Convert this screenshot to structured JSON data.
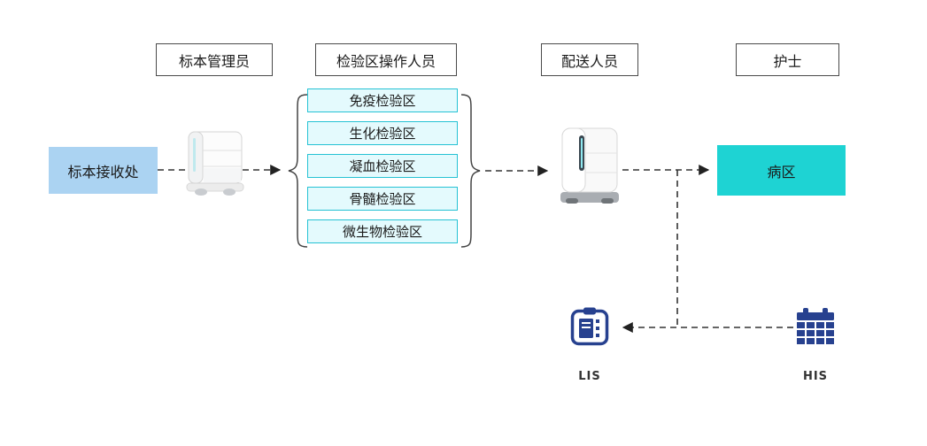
{
  "colors": {
    "reception_bg": "#abd3f2",
    "test_area_bg": "#e4fafd",
    "test_area_border": "#25c2d4",
    "ward_bg": "#1ed3d3",
    "connector_line": "#333333",
    "system_icon_blue": "#27418f"
  },
  "roles": [
    {
      "label": "标本管理员"
    },
    {
      "label": "检验区操作人员"
    },
    {
      "label": "配送人员"
    },
    {
      "label": "护士"
    }
  ],
  "reception": {
    "label": "标本接收处"
  },
  "test_areas": [
    {
      "label": "免疫检验区"
    },
    {
      "label": "生化检验区"
    },
    {
      "label": "凝血检验区"
    },
    {
      "label": "骨髓检验区"
    },
    {
      "label": "微生物检验区"
    }
  ],
  "ward": {
    "label": "病区"
  },
  "systems": {
    "lis": {
      "label": "LIS"
    },
    "his": {
      "label": "HIS"
    }
  },
  "icons": {
    "robot_left": "delivery-robot",
    "robot_right": "delivery-robot",
    "brace_left": "{",
    "brace_right": "}",
    "lis": "tablet-document-icon",
    "his": "calendar-icon"
  }
}
